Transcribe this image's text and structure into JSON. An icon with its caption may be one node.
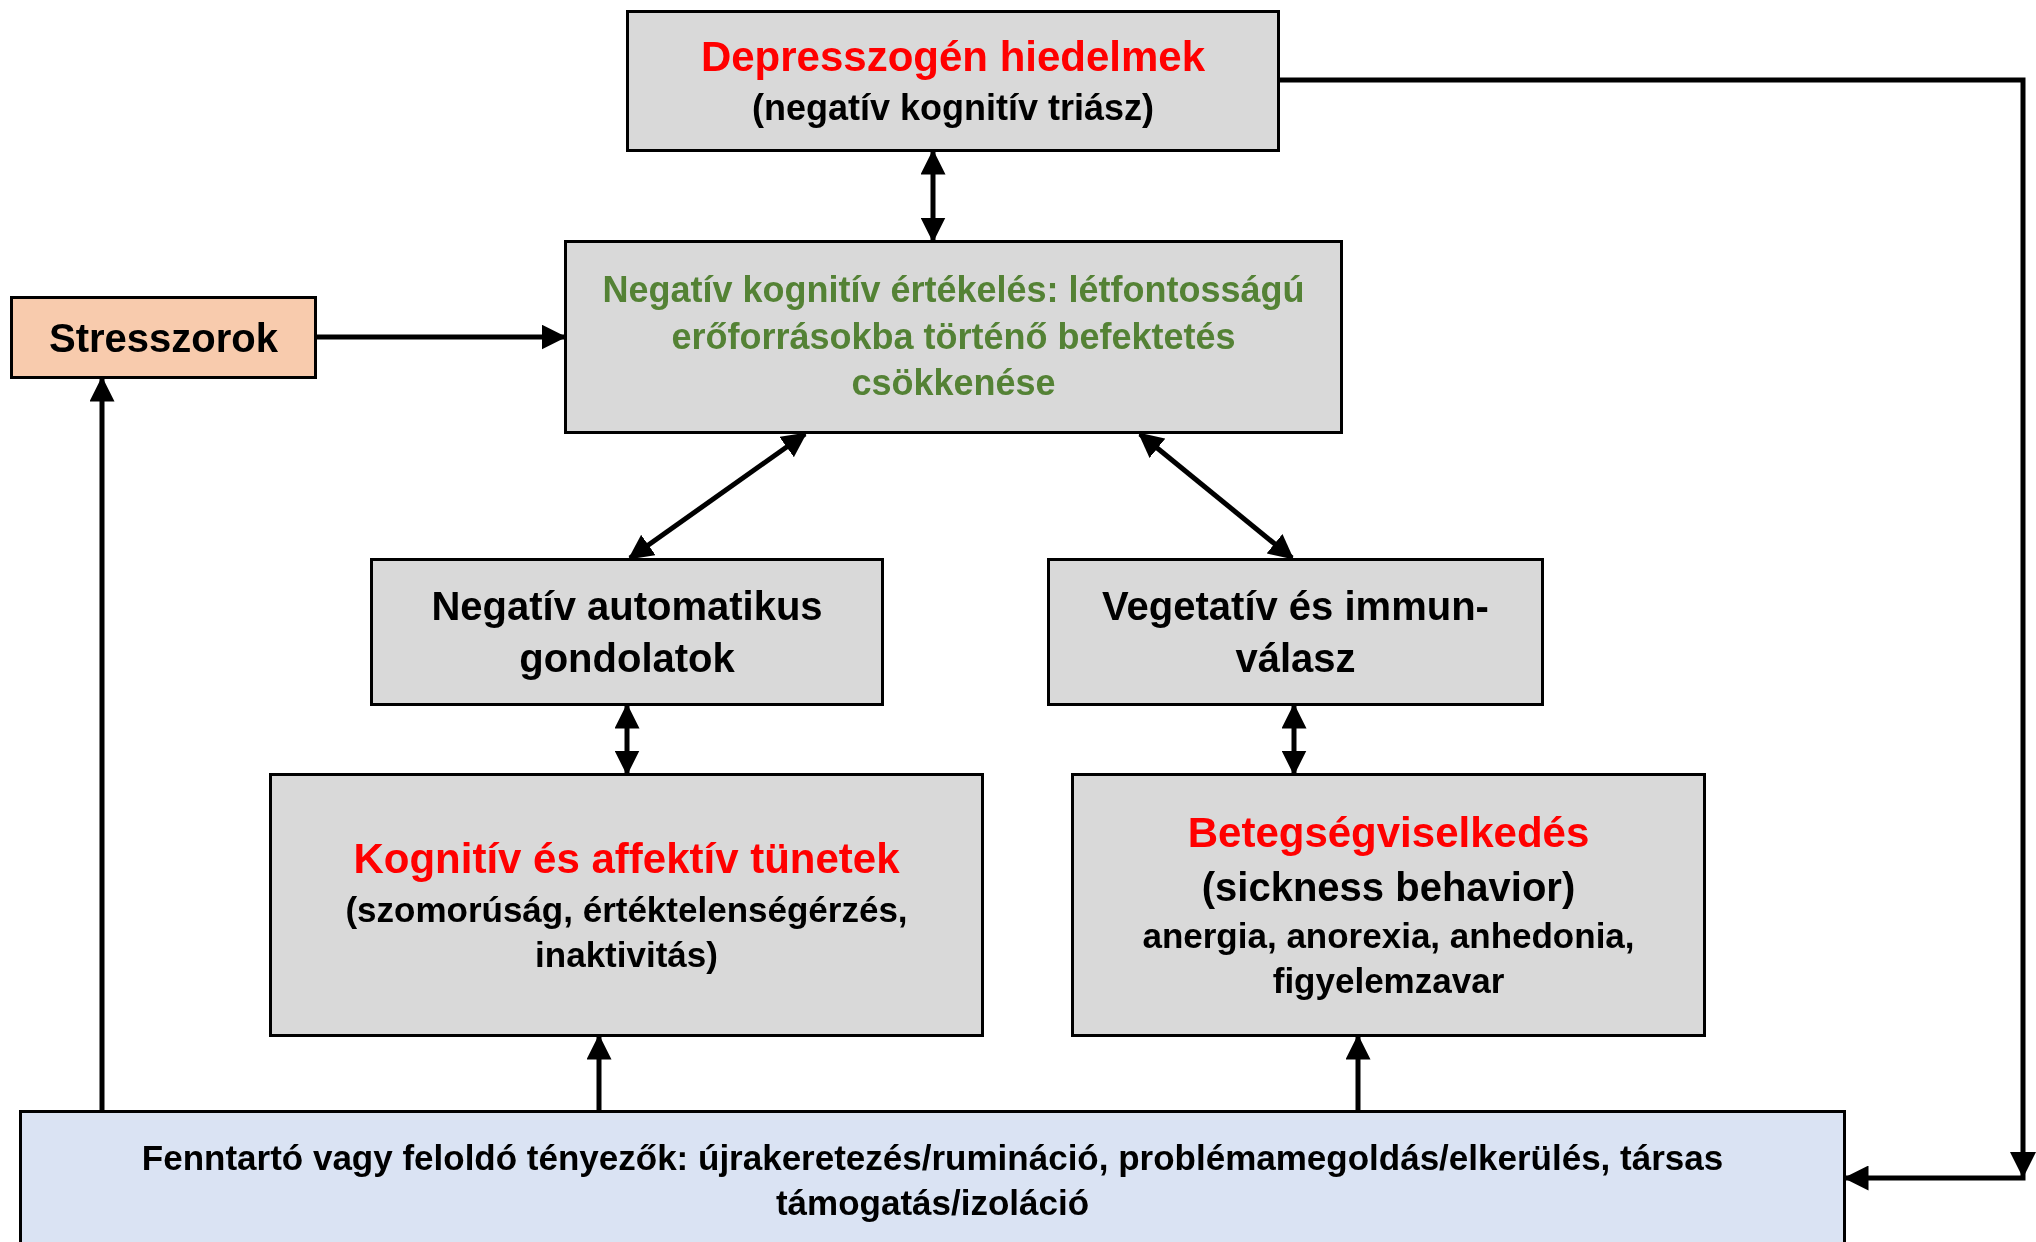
{
  "diagram": {
    "nodes": [
      {
        "text": [
          "Depresszogén hiedelmek",
          "(negatív kognitív triász)"
        ]
      },
      {
        "text": [
          "Stresszorok"
        ]
      },
      {
        "text": [
          "Negatív kognitív értékelés: létfontosságú erőforrásokba történő befektetés csökkenése"
        ]
      },
      {
        "text": [
          "Negatív automatikus gondolatok"
        ]
      },
      {
        "text": [
          "Vegetatív és immun-válasz"
        ]
      },
      {
        "text": [
          "Kognitív és affektív tünetek",
          "(szomorúság, értéktelenségérzés, inaktivitás)"
        ]
      },
      {
        "text": [
          "Betegségviselkedés",
          "(sickness behavior)",
          "anergia, anorexia, anhedonia, figyelemzavar"
        ]
      },
      {
        "text": [
          "Fenntartó vagy feloldó tényezők: újrakeretezés/rumináció, problémamegoldás/elkerülés, társas támogatás/izoláció"
        ]
      }
    ],
    "edges": [
      {
        "from": 0,
        "to": 2,
        "arrow": "both"
      },
      {
        "from": 1,
        "to": 2,
        "arrow": "to"
      },
      {
        "from": 2,
        "to": 3,
        "arrow": "both"
      },
      {
        "from": 2,
        "to": 4,
        "arrow": "both"
      },
      {
        "from": 3,
        "to": 5,
        "arrow": "both"
      },
      {
        "from": 4,
        "to": 6,
        "arrow": "both"
      },
      {
        "from": 7,
        "to": 5,
        "arrow": "to"
      },
      {
        "from": 7,
        "to": 6,
        "arrow": "to"
      },
      {
        "from": 7,
        "to": 1,
        "arrow": "to"
      },
      {
        "from": 0,
        "to": 7,
        "arrow": "to"
      }
    ]
  }
}
